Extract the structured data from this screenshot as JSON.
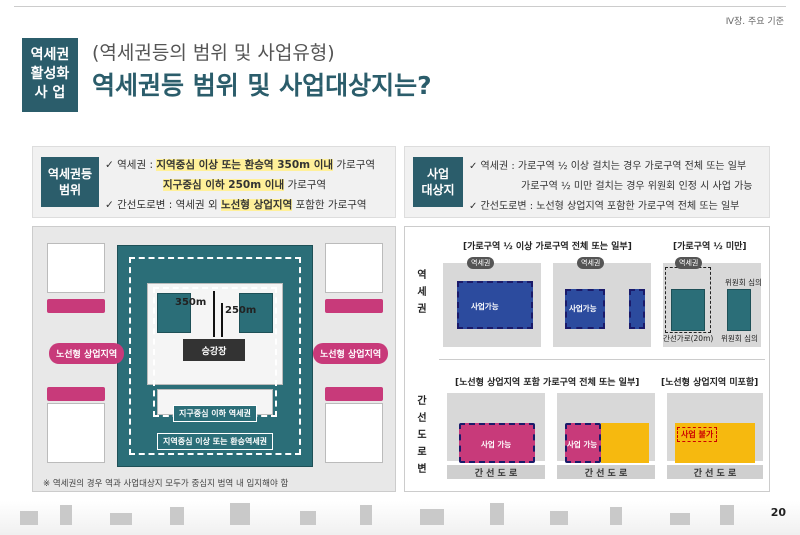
{
  "header": {
    "chapter": "Ⅳ장. 주요 기준"
  },
  "badge": {
    "line1": "역세권",
    "line2": "활성화",
    "line3": "사 업"
  },
  "subtitle": "(역세권등의 범위 및 사업유형)",
  "title": "역세권등 범위 및 사업대상지는?",
  "left_box": {
    "label1": "역세권등",
    "label2": "범위",
    "l1_prefix": "✓ 역세권 :",
    "l1_hl": "지역중심 이상 또는 환승역 350m 이내",
    "l1_suffix": " 가로구역",
    "l2_hl": "지구중심 이하 250m 이내",
    "l2_suffix": " 가로구역",
    "l3_prefix": "✓ 간선도로변 :",
    "l3_mid": " 역세권 외 ",
    "l3_hl": "노선형 상업지역",
    "l3_suffix": " 포함한 가로구역"
  },
  "right_box": {
    "label1": "사업",
    "label2": "대상지",
    "r1": "✓ 역세권 : 가로구역 ½ 이상 걸치는 경우 가로구역 전체 또는 일부",
    "r2": "가로구역 ½ 미만 걸치는 경우 위원회 인정 시 사업 가능",
    "r3": "✓ 간선도로변 : 노선형 상업지역 포함한 가로구역 전체 또는 일부"
  },
  "diagram_left": {
    "m350": "350m",
    "m250": "250m",
    "station": "승강장",
    "commercial_left": "노선형 상업지역",
    "commercial_right": "노선형 상업지역",
    "inner_ring": "지구중심 이하 역세권",
    "outer_ring": "지역중심 이상 또는 환승역세권",
    "footnote": "※ 역세권의 경우 역과 사업대상지 모두가 중심지 범역 내 입지해야 함"
  },
  "diagram_right": {
    "row1_label": [
      "역",
      "세",
      "권"
    ],
    "row2_label": [
      "간",
      "선",
      "도",
      "로",
      "변"
    ],
    "head1": "[가로구역 ½ 이상 가로구역 전체 또는 일부]",
    "head2": "[가로구역 ½ 미만]",
    "head3": "[노선형 상업지역 포함 가로구역 전체 또는 일부]",
    "head4": "[노선형 상업지역 미포함]",
    "tag_station": "역세권",
    "possible": "사업가능",
    "committee_review": "위원회 심의",
    "committee_review2": "위원회 심의",
    "road_20m": "간선가로(20m)",
    "main_road": "간 선 도 로",
    "possible2": "사업 가능",
    "impossible": "사업 불가"
  },
  "footer": {
    "page": "20"
  }
}
